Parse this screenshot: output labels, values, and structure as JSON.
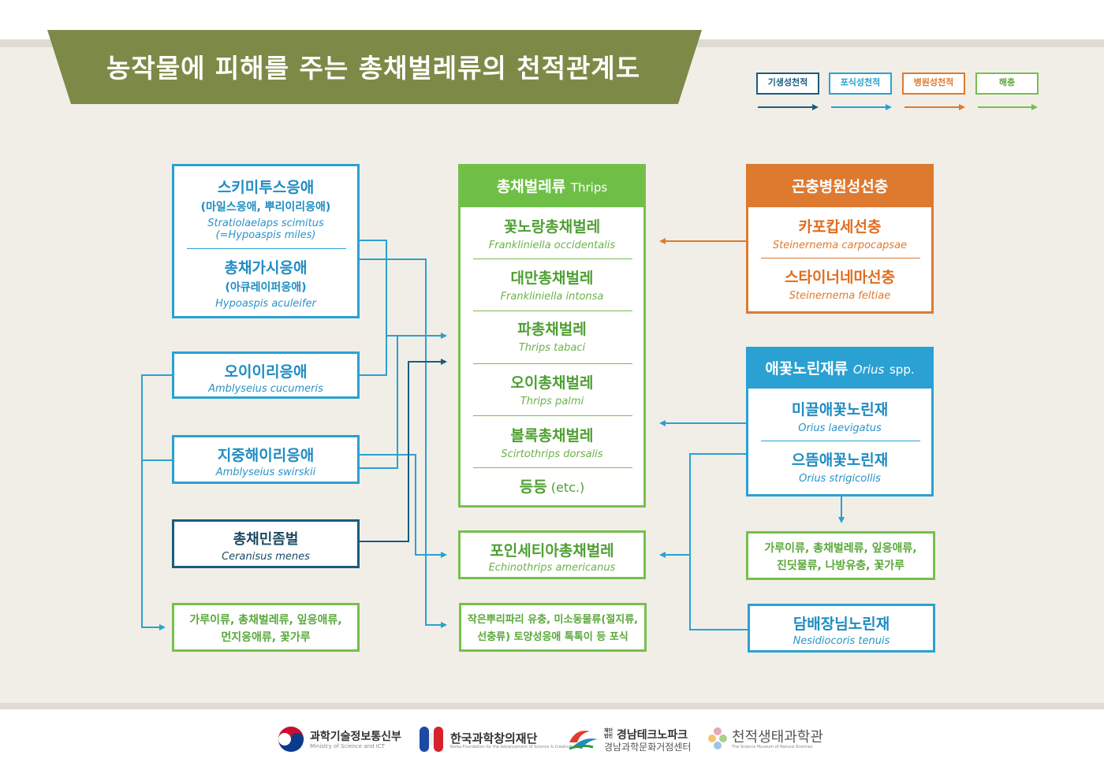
{
  "title": "농작물에 피해를 주는 총채벌레류의 천적관계도",
  "legend": [
    {
      "label": "기생성천적",
      "color": "#1a5c7e"
    },
    {
      "label": "포식성천적",
      "color": "#2aa1d2"
    },
    {
      "label": "병원성천적",
      "color": "#dd7a30"
    },
    {
      "label": "해충",
      "color": "#76bf4e"
    }
  ],
  "left": {
    "mites1": {
      "name1": "스키미투스응애",
      "sub1": "(마일스응애, 뿌리이리응애)",
      "sci1a": "Stratiolaelaps scimitus",
      "sci1b": "(=Hypoaspis miles)",
      "name2": "총채가시응애",
      "sub2": "(아큐레이퍼응애)",
      "sci2": "Hypoaspis aculeifer"
    },
    "cucumeris": {
      "name": "오이이리응애",
      "sci": "Amblyseius cucumeris"
    },
    "swirskii": {
      "name": "지중해이리응애",
      "sci": "Amblyseius swirskii"
    },
    "ceranisus": {
      "name": "총채민좀벌",
      "sci": "Ceranisus menes"
    },
    "prey": {
      "line1": "가루이류, 총채벌레류, 잎응애류,",
      "line2": "먼지응애류, 꽃가루"
    }
  },
  "center": {
    "header": {
      "name": "총채벌레류",
      "sci": "Thrips"
    },
    "items": [
      {
        "name": "꽃노랑총채벌레",
        "sci": "Frankliniella occidentalis"
      },
      {
        "name": "대만총채벌레",
        "sci": "Frankliniella intonsa"
      },
      {
        "name": "파총채벌레",
        "sci": "Thrips tabaci"
      },
      {
        "name": "오이총채벌레",
        "sci": "Thrips palmi"
      },
      {
        "name": "볼록총채벌레",
        "sci": "Scirtothrips dorsalis"
      }
    ],
    "etc": {
      "name": "등등",
      "sci": "(etc.)"
    },
    "poinsettia": {
      "name": "포인세티아총채벌레",
      "sci": "Echinothrips americanus"
    },
    "soil": {
      "line1": "작은뿌리파리 유충, 미소동물류(절지류,",
      "line2": "선충류) 토양성응애 톡톡이 등 포식"
    }
  },
  "right": {
    "nematode": {
      "header": "곤충병원성선충",
      "name1": "카포캅세선충",
      "sci1": "Steinernema carpocapsae",
      "name2": "스타이너네마선충",
      "sci2": "Steinernema feltiae"
    },
    "orius": {
      "header": "애꽃노린재류",
      "header_sci": "Orius",
      "header_spp": "spp.",
      "name1": "미끌애꽃노린재",
      "sci1": "Orius laevigatus",
      "name2": "으뜸애꽃노린재",
      "sci2": "Orius strigicollis"
    },
    "prey": {
      "line1": "가루이류, 총채벌레류, 잎응애류,",
      "line2": "진딧물류, 나방유충, 꽃가루"
    },
    "nesidiocoris": {
      "name": "담배장님노린재",
      "sci": "Nesidiocoris tenuis"
    }
  },
  "footer": {
    "msit": {
      "name": "과학기술정보통신부",
      "en": "Ministry of Science and ICT"
    },
    "kofac": {
      "name": "한국과학창의재단",
      "en": "Korea Foundation for the Advancement of Science & Creativity"
    },
    "gntp": {
      "prefix": "재단법인",
      "name": "경남테크노파크",
      "sub": "경남과학문화거점센터"
    },
    "museum": {
      "name": "천적생태과학관",
      "en": "The Science Museum of Natural Enemies"
    }
  },
  "colors": {
    "parasitic": "#1a5c7e",
    "predator": "#2aa1d2",
    "pathogen": "#dd7a30",
    "pest": "#76bf4e",
    "banner": "#7d8a47"
  }
}
